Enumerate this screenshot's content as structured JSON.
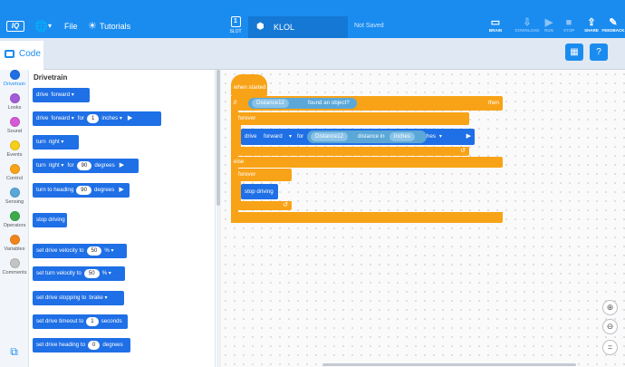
{
  "topbar": {
    "logo_text": "IQ",
    "globe_icon": "globe-icon",
    "file_label": "File",
    "tutorials_label": "Tutorials",
    "slot_label": "SLOT",
    "slot_number": "1",
    "project_name": "KLOL",
    "save_status": "Not Saved",
    "buttons": [
      {
        "label": "BRAIN",
        "icon": "brain-icon"
      },
      {
        "label": "DOWNLOAD",
        "icon": "download-icon"
      },
      {
        "label": "RUN",
        "icon": "play-icon"
      },
      {
        "label": "STOP",
        "icon": "stop-icon"
      },
      {
        "label": "SHARE",
        "icon": "share-icon"
      },
      {
        "label": "FEEDBACK",
        "icon": "feedback-icon"
      }
    ]
  },
  "code_tab": {
    "label": "Code"
  },
  "categories": [
    {
      "label": "Drivetrain",
      "color": "#1f6fe6"
    },
    {
      "label": "Looks",
      "color": "#a35bd9"
    },
    {
      "label": "Sound",
      "color": "#d55ad6"
    },
    {
      "label": "Events",
      "color": "#f5cf1a"
    },
    {
      "label": "Control",
      "color": "#f8a317"
    },
    {
      "label": "Sensing",
      "color": "#5aa7d8"
    },
    {
      "label": "Operators",
      "color": "#3dab4a"
    },
    {
      "label": "Variables",
      "color": "#f2851a"
    },
    {
      "label": "Comments",
      "color": "#c4c4c4"
    }
  ],
  "palette": {
    "title": "Drivetrain",
    "blocks": {
      "drive": {
        "w": "drive",
        "dir": "forward"
      },
      "drive_for": {
        "w": "drive",
        "dir": "forward",
        "for": "for",
        "num": "1",
        "unit": "inches"
      },
      "turn": {
        "w": "turn",
        "dir": "right"
      },
      "turn_for": {
        "w": "turn",
        "dir": "right",
        "for": "for",
        "num": "90",
        "unit": "degrees"
      },
      "turn_heading": {
        "w": "turn to heading",
        "num": "90",
        "unit": "degrees"
      },
      "stop": {
        "w": "stop driving"
      },
      "drive_vel": {
        "w": "set drive velocity to",
        "num": "50",
        "unit": "%"
      },
      "turn_vel": {
        "w": "set turn velocity to",
        "num": "50",
        "unit": "%"
      },
      "stopping": {
        "w": "set drive stopping to",
        "mode": "brake"
      },
      "timeout": {
        "w": "set drive timeout to",
        "num": "1",
        "unit": "seconds"
      },
      "heading": {
        "w": "set drive heading to",
        "num": "0",
        "unit": "degrees"
      }
    }
  },
  "script": {
    "hat": "when started",
    "if": "if",
    "then": "then",
    "sensor": "Distance12",
    "found": "found an object?",
    "forever1": "forever",
    "drive": "drive",
    "dir": "forward",
    "for": "for",
    "dist_sensor": "Distance12",
    "dist_label": "distance in",
    "dist_unit": "inches",
    "unit": "inches",
    "else": "else",
    "forever2": "forever",
    "stop": "stop driving",
    "loop_arrow": "↺"
  }
}
